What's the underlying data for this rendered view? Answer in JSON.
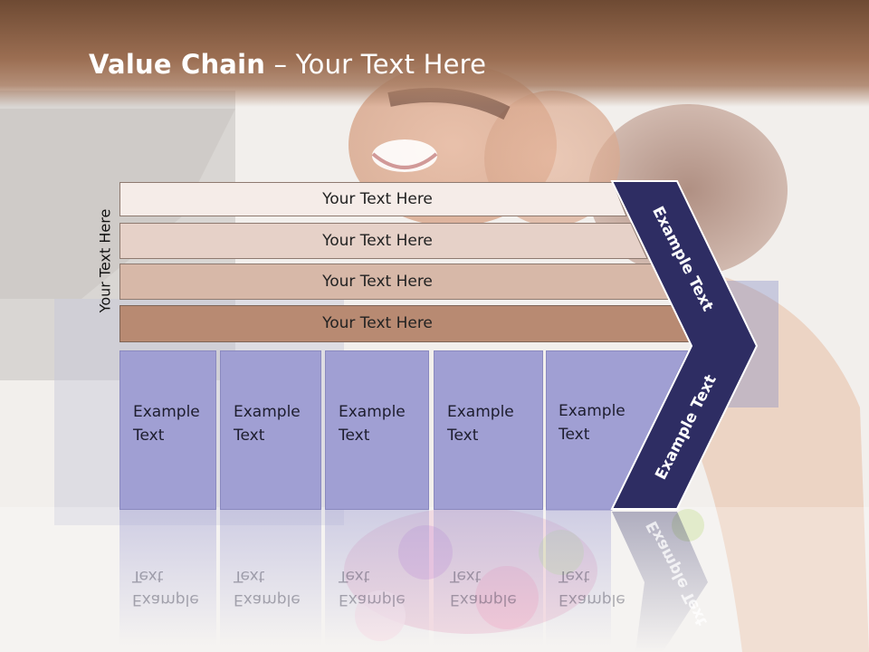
{
  "slide": {
    "title_bold": "Value Chain",
    "title_rest": " – Your Text Here",
    "side_label": "Your Text Here"
  },
  "rows": [
    {
      "label": "Your Text Here",
      "color": "#f5ece8"
    },
    {
      "label": "Your Text Here",
      "color": "#e6d1c8"
    },
    {
      "label": "Your Text Here",
      "color": "#d7b8a8"
    },
    {
      "label": "Your Text Here",
      "color": "#b88a72"
    }
  ],
  "columns": [
    {
      "label": "Example\nText"
    },
    {
      "label": "Example\nText"
    },
    {
      "label": "Example\nText"
    },
    {
      "label": "Example\nText"
    },
    {
      "label": "Example\nText"
    }
  ],
  "chevron": {
    "top_label": "Example Text",
    "bottom_label": "Example Text",
    "color": "#2e2d63"
  },
  "colors": {
    "column_fill": "#a09fd3",
    "title_band": "#8b5e43"
  }
}
